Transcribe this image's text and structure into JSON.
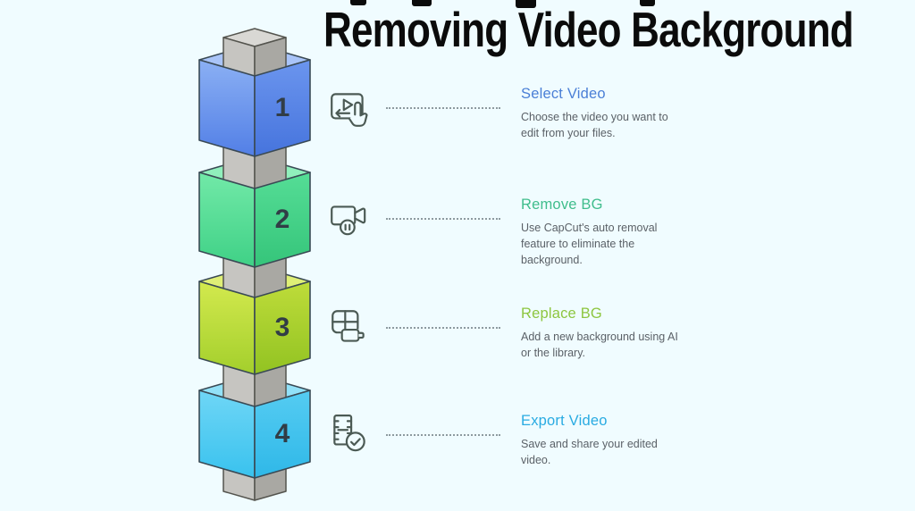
{
  "title": "Removing Video Background",
  "steps": [
    {
      "number": "1",
      "title": "Select Video",
      "description": "Choose the video you want to edit from your files.",
      "title_color": "#4a7fd6",
      "icon": "select-video-icon",
      "cube_color": "#5d8ceb"
    },
    {
      "number": "2",
      "title": "Remove BG",
      "description": "Use CapCut's auto removal feature to eliminate the background.",
      "title_color": "#3fbd8c",
      "icon": "video-camera-pause-icon",
      "cube_color": "#44d489"
    },
    {
      "number": "3",
      "title": "Replace BG",
      "description": "Add a new background using AI or the library.",
      "title_color": "#8dc63f",
      "icon": "replace-background-icon",
      "cube_color": "#b4d832"
    },
    {
      "number": "4",
      "title": "Export Video",
      "description": "Save and share your edited video.",
      "title_color": "#29abe2",
      "icon": "export-film-check-icon",
      "cube_color": "#45c8f0"
    }
  ],
  "colors": {
    "background": "#f0fcff",
    "title_text": "#0b0b0b",
    "description_text": "#5b6167",
    "dotted_connector": "#8d9aa0",
    "pillar_gray_left": "#c6c5c1",
    "pillar_gray_right": "#a9a8a3",
    "pillar_gray_top": "#d9d8d4",
    "cube_outline": "#3a4a55",
    "number_text": "#313d46",
    "icon_stroke": "#4b5a54"
  }
}
